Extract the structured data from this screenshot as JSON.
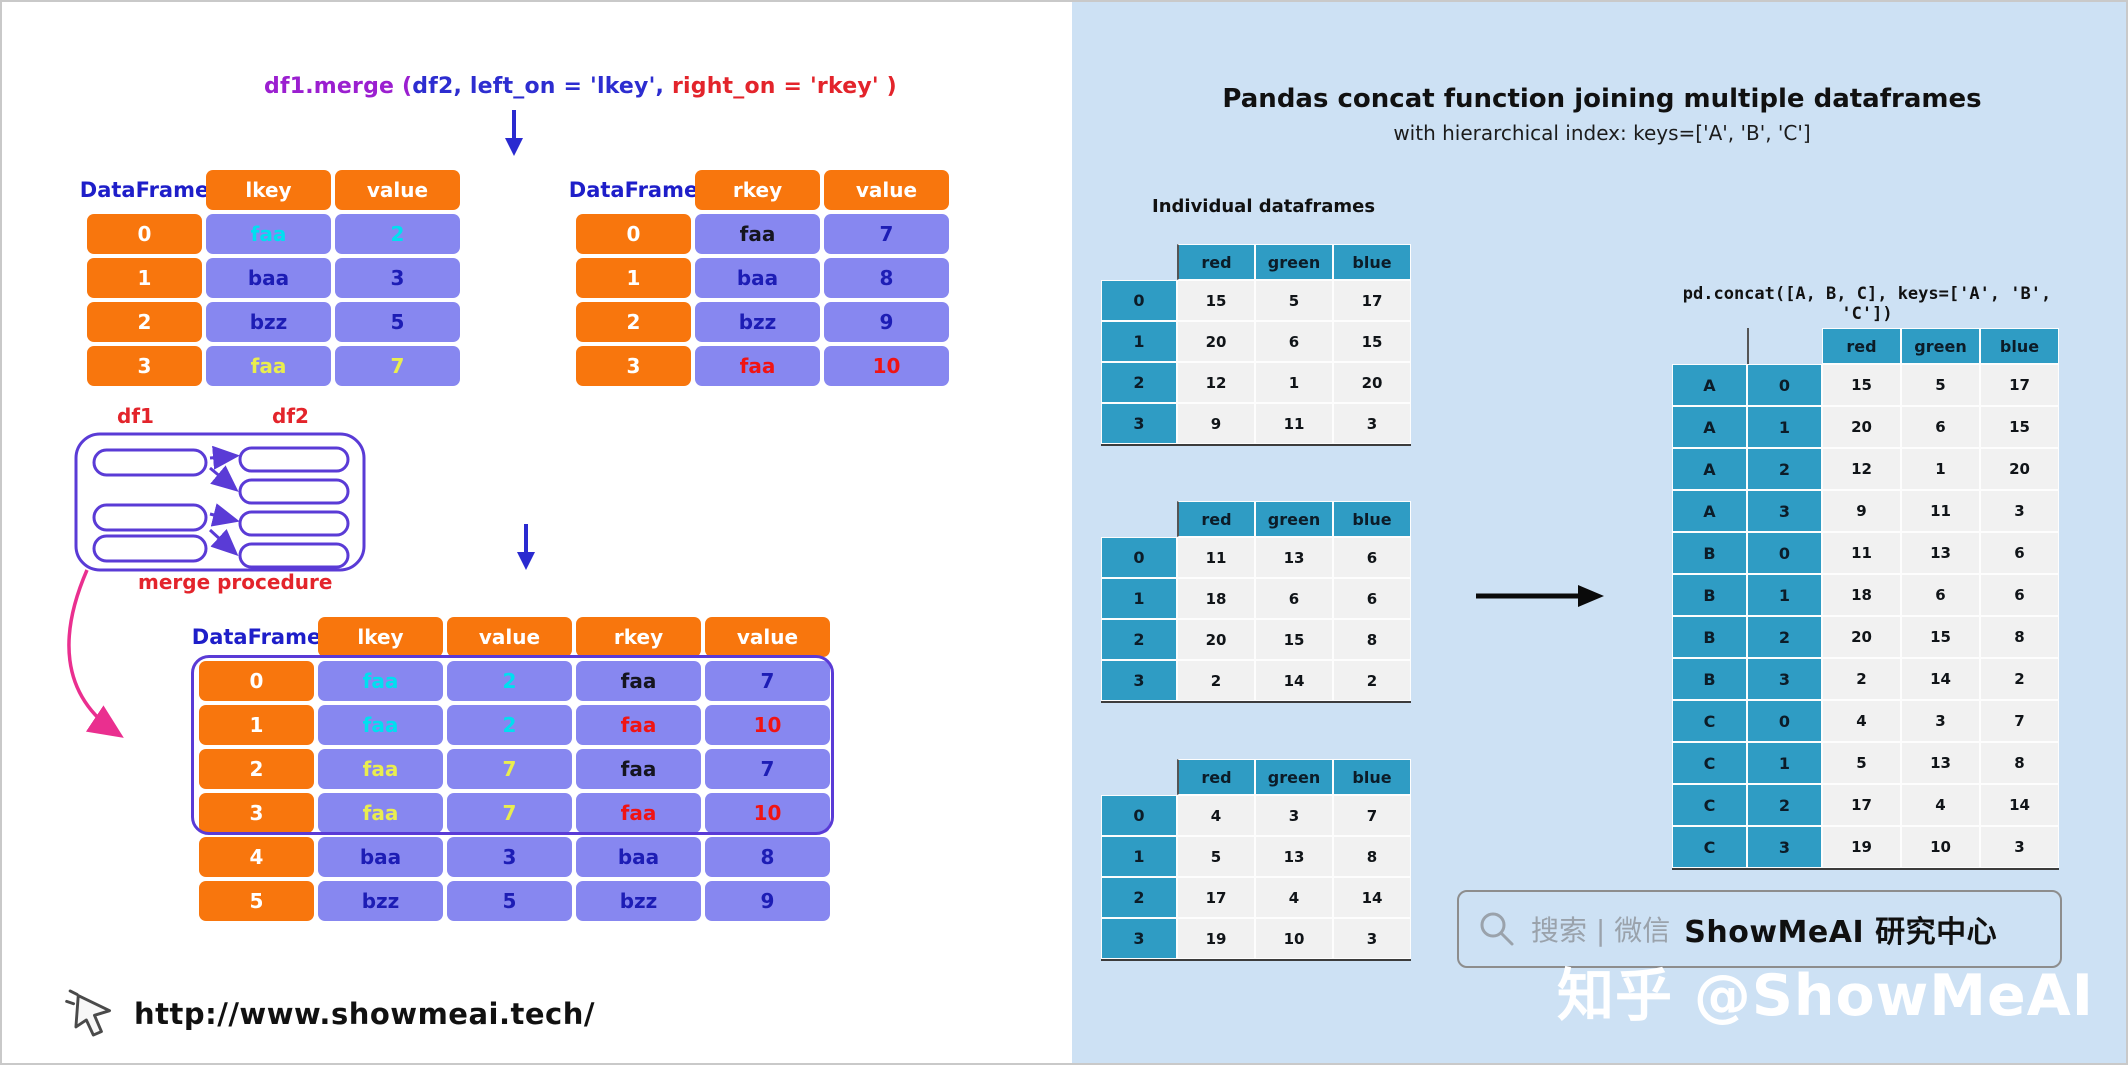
{
  "left_panel": {
    "merge_code": {
      "segments": [
        {
          "text": "df1.merge ",
          "color": "#9b1fd0"
        },
        {
          "text": "(",
          "color": "#9b1fd0"
        },
        {
          "text": "df2,",
          "color": "#2d2dd0"
        },
        {
          "text": "  left_on = 'lkey',",
          "color": "#2d2dd0"
        },
        {
          "text": "  right_on = 'rkey'",
          "color": "#e3242b"
        },
        {
          "text": " )",
          "color": "#e3242b"
        }
      ]
    },
    "df1": {
      "label": "DataFrame",
      "columns": [
        "lkey",
        "value"
      ],
      "rows": [
        {
          "index": [
            "0"
          ],
          "cells": [
            {
              "t": "faa",
              "c": "#00dff0"
            },
            {
              "t": "2",
              "c": "#00dff0"
            }
          ]
        },
        {
          "index": [
            "1"
          ],
          "cells": [
            {
              "t": "baa"
            },
            {
              "t": "3"
            }
          ]
        },
        {
          "index": [
            "2"
          ],
          "cells": [
            {
              "t": "bzz"
            },
            {
              "t": "5"
            }
          ]
        },
        {
          "index": [
            "3"
          ],
          "cells": [
            {
              "t": "faa",
              "c": "#e9ed4f"
            },
            {
              "t": "7",
              "c": "#e9ed4f"
            }
          ]
        }
      ]
    },
    "df2": {
      "label": "DataFrame",
      "columns": [
        "rkey",
        "value"
      ],
      "rows": [
        {
          "index": [
            "0"
          ],
          "cells": [
            {
              "t": "faa",
              "c": "#15151f"
            },
            {
              "t": "7"
            }
          ]
        },
        {
          "index": [
            "1"
          ],
          "cells": [
            {
              "t": "baa"
            },
            {
              "t": "8"
            }
          ]
        },
        {
          "index": [
            "2"
          ],
          "cells": [
            {
              "t": "bzz"
            },
            {
              "t": "9"
            }
          ]
        },
        {
          "index": [
            "3"
          ],
          "cells": [
            {
              "t": "faa",
              "c": "#f01414"
            },
            {
              "t": "10",
              "c": "#f01414"
            }
          ]
        }
      ]
    },
    "diagram": {
      "df1_label": "df1",
      "df2_label": "df2",
      "caption": "merge procedure"
    },
    "result": {
      "label": "DataFrame",
      "columns": [
        "lkey",
        "value",
        "rkey",
        "value"
      ],
      "rows": [
        {
          "index": [
            "0"
          ],
          "cells": [
            {
              "t": "faa",
              "c": "#00dff0"
            },
            {
              "t": "2",
              "c": "#00dff0"
            },
            {
              "t": "faa",
              "c": "#15151f"
            },
            {
              "t": "7"
            }
          ]
        },
        {
          "index": [
            "1"
          ],
          "cells": [
            {
              "t": "faa",
              "c": "#00dff0"
            },
            {
              "t": "2",
              "c": "#00dff0"
            },
            {
              "t": "faa",
              "c": "#f01414"
            },
            {
              "t": "10",
              "c": "#f01414"
            }
          ]
        },
        {
          "index": [
            "2"
          ],
          "cells": [
            {
              "t": "faa",
              "c": "#e9ed4f"
            },
            {
              "t": "7",
              "c": "#e9ed4f"
            },
            {
              "t": "faa",
              "c": "#15151f"
            },
            {
              "t": "7"
            }
          ]
        },
        {
          "index": [
            "3"
          ],
          "cells": [
            {
              "t": "faa",
              "c": "#e9ed4f"
            },
            {
              "t": "7",
              "c": "#e9ed4f"
            },
            {
              "t": "faa",
              "c": "#f01414"
            },
            {
              "t": "10",
              "c": "#f01414"
            }
          ]
        },
        {
          "index": [
            "4"
          ],
          "cells": [
            {
              "t": "baa"
            },
            {
              "t": "3"
            },
            {
              "t": "baa"
            },
            {
              "t": "8"
            }
          ]
        },
        {
          "index": [
            "5"
          ],
          "cells": [
            {
              "t": "bzz"
            },
            {
              "t": "5"
            },
            {
              "t": "bzz"
            },
            {
              "t": "9"
            }
          ]
        }
      ]
    },
    "url": "http://www.showmeai.tech/"
  },
  "right_panel": {
    "title": "Pandas concat function joining multiple dataframes",
    "subtitle": "with hierarchical index: keys=['A', 'B', 'C']",
    "individual_label": "Individual dataframes",
    "concat_label": "pd.concat([A, B, C], keys=['A', 'B', 'C'])",
    "df_a": {
      "columns": [
        "red",
        "green",
        "blue"
      ],
      "rows": [
        {
          "index": [
            "0"
          ],
          "cells": [
            {
              "t": "15"
            },
            {
              "t": "5"
            },
            {
              "t": "17"
            }
          ]
        },
        {
          "index": [
            "1"
          ],
          "cells": [
            {
              "t": "20"
            },
            {
              "t": "6"
            },
            {
              "t": "15"
            }
          ]
        },
        {
          "index": [
            "2"
          ],
          "cells": [
            {
              "t": "12"
            },
            {
              "t": "1"
            },
            {
              "t": "20"
            }
          ]
        },
        {
          "index": [
            "3"
          ],
          "cells": [
            {
              "t": "9"
            },
            {
              "t": "11"
            },
            {
              "t": "3"
            }
          ]
        }
      ]
    },
    "df_b": {
      "columns": [
        "red",
        "green",
        "blue"
      ],
      "rows": [
        {
          "index": [
            "0"
          ],
          "cells": [
            {
              "t": "11"
            },
            {
              "t": "13"
            },
            {
              "t": "6"
            }
          ]
        },
        {
          "index": [
            "1"
          ],
          "cells": [
            {
              "t": "18"
            },
            {
              "t": "6"
            },
            {
              "t": "6"
            }
          ]
        },
        {
          "index": [
            "2"
          ],
          "cells": [
            {
              "t": "20"
            },
            {
              "t": "15"
            },
            {
              "t": "8"
            }
          ]
        },
        {
          "index": [
            "3"
          ],
          "cells": [
            {
              "t": "2"
            },
            {
              "t": "14"
            },
            {
              "t": "2"
            }
          ]
        }
      ]
    },
    "df_c": {
      "columns": [
        "red",
        "green",
        "blue"
      ],
      "rows": [
        {
          "index": [
            "0"
          ],
          "cells": [
            {
              "t": "4"
            },
            {
              "t": "3"
            },
            {
              "t": "7"
            }
          ]
        },
        {
          "index": [
            "1"
          ],
          "cells": [
            {
              "t": "5"
            },
            {
              "t": "13"
            },
            {
              "t": "8"
            }
          ]
        },
        {
          "index": [
            "2"
          ],
          "cells": [
            {
              "t": "17"
            },
            {
              "t": "4"
            },
            {
              "t": "14"
            }
          ]
        },
        {
          "index": [
            "3"
          ],
          "cells": [
            {
              "t": "19"
            },
            {
              "t": "10"
            },
            {
              "t": "3"
            }
          ]
        }
      ]
    },
    "concat_result": {
      "columns": [
        "red",
        "green",
        "blue"
      ],
      "rows": [
        {
          "index": [
            "A",
            "0"
          ],
          "cells": [
            {
              "t": "15"
            },
            {
              "t": "5"
            },
            {
              "t": "17"
            }
          ]
        },
        {
          "index": [
            "A",
            "1"
          ],
          "cells": [
            {
              "t": "20"
            },
            {
              "t": "6"
            },
            {
              "t": "15"
            }
          ]
        },
        {
          "index": [
            "A",
            "2"
          ],
          "cells": [
            {
              "t": "12"
            },
            {
              "t": "1"
            },
            {
              "t": "20"
            }
          ]
        },
        {
          "index": [
            "A",
            "3"
          ],
          "cells": [
            {
              "t": "9"
            },
            {
              "t": "11"
            },
            {
              "t": "3"
            }
          ]
        },
        {
          "index": [
            "B",
            "0"
          ],
          "cells": [
            {
              "t": "11"
            },
            {
              "t": "13"
            },
            {
              "t": "6"
            }
          ]
        },
        {
          "index": [
            "B",
            "1"
          ],
          "cells": [
            {
              "t": "18"
            },
            {
              "t": "6"
            },
            {
              "t": "6"
            }
          ]
        },
        {
          "index": [
            "B",
            "2"
          ],
          "cells": [
            {
              "t": "20"
            },
            {
              "t": "15"
            },
            {
              "t": "8"
            }
          ]
        },
        {
          "index": [
            "B",
            "3"
          ],
          "cells": [
            {
              "t": "2"
            },
            {
              "t": "14"
            },
            {
              "t": "2"
            }
          ]
        },
        {
          "index": [
            "C",
            "0"
          ],
          "cells": [
            {
              "t": "4"
            },
            {
              "t": "3"
            },
            {
              "t": "7"
            }
          ]
        },
        {
          "index": [
            "C",
            "1"
          ],
          "cells": [
            {
              "t": "5"
            },
            {
              "t": "13"
            },
            {
              "t": "8"
            }
          ]
        },
        {
          "index": [
            "C",
            "2"
          ],
          "cells": [
            {
              "t": "17"
            },
            {
              "t": "4"
            },
            {
              "t": "14"
            }
          ]
        },
        {
          "index": [
            "C",
            "3"
          ],
          "cells": [
            {
              "t": "19"
            },
            {
              "t": "10"
            },
            {
              "t": "3"
            }
          ]
        }
      ]
    },
    "search": {
      "query_hint": "搜索 | 微信",
      "brand": "ShowMeAI 研究中心"
    },
    "watermark": "知乎 @ShowMeAI"
  },
  "colors": {
    "orange": "#f8760d",
    "periwinkle": "#8787f0",
    "navy_value": "#1d1db5",
    "cyan_value": "#00dff0",
    "yellow_value": "#e9ed4f",
    "red_value": "#f01414",
    "purple_outline": "#5a3bd6",
    "pink_arrow": "#ea2f8f",
    "blue_arrow": "#2a2ad0",
    "right_bg": "#cde1f4",
    "flat_header_blue": "#2f9cc4"
  }
}
